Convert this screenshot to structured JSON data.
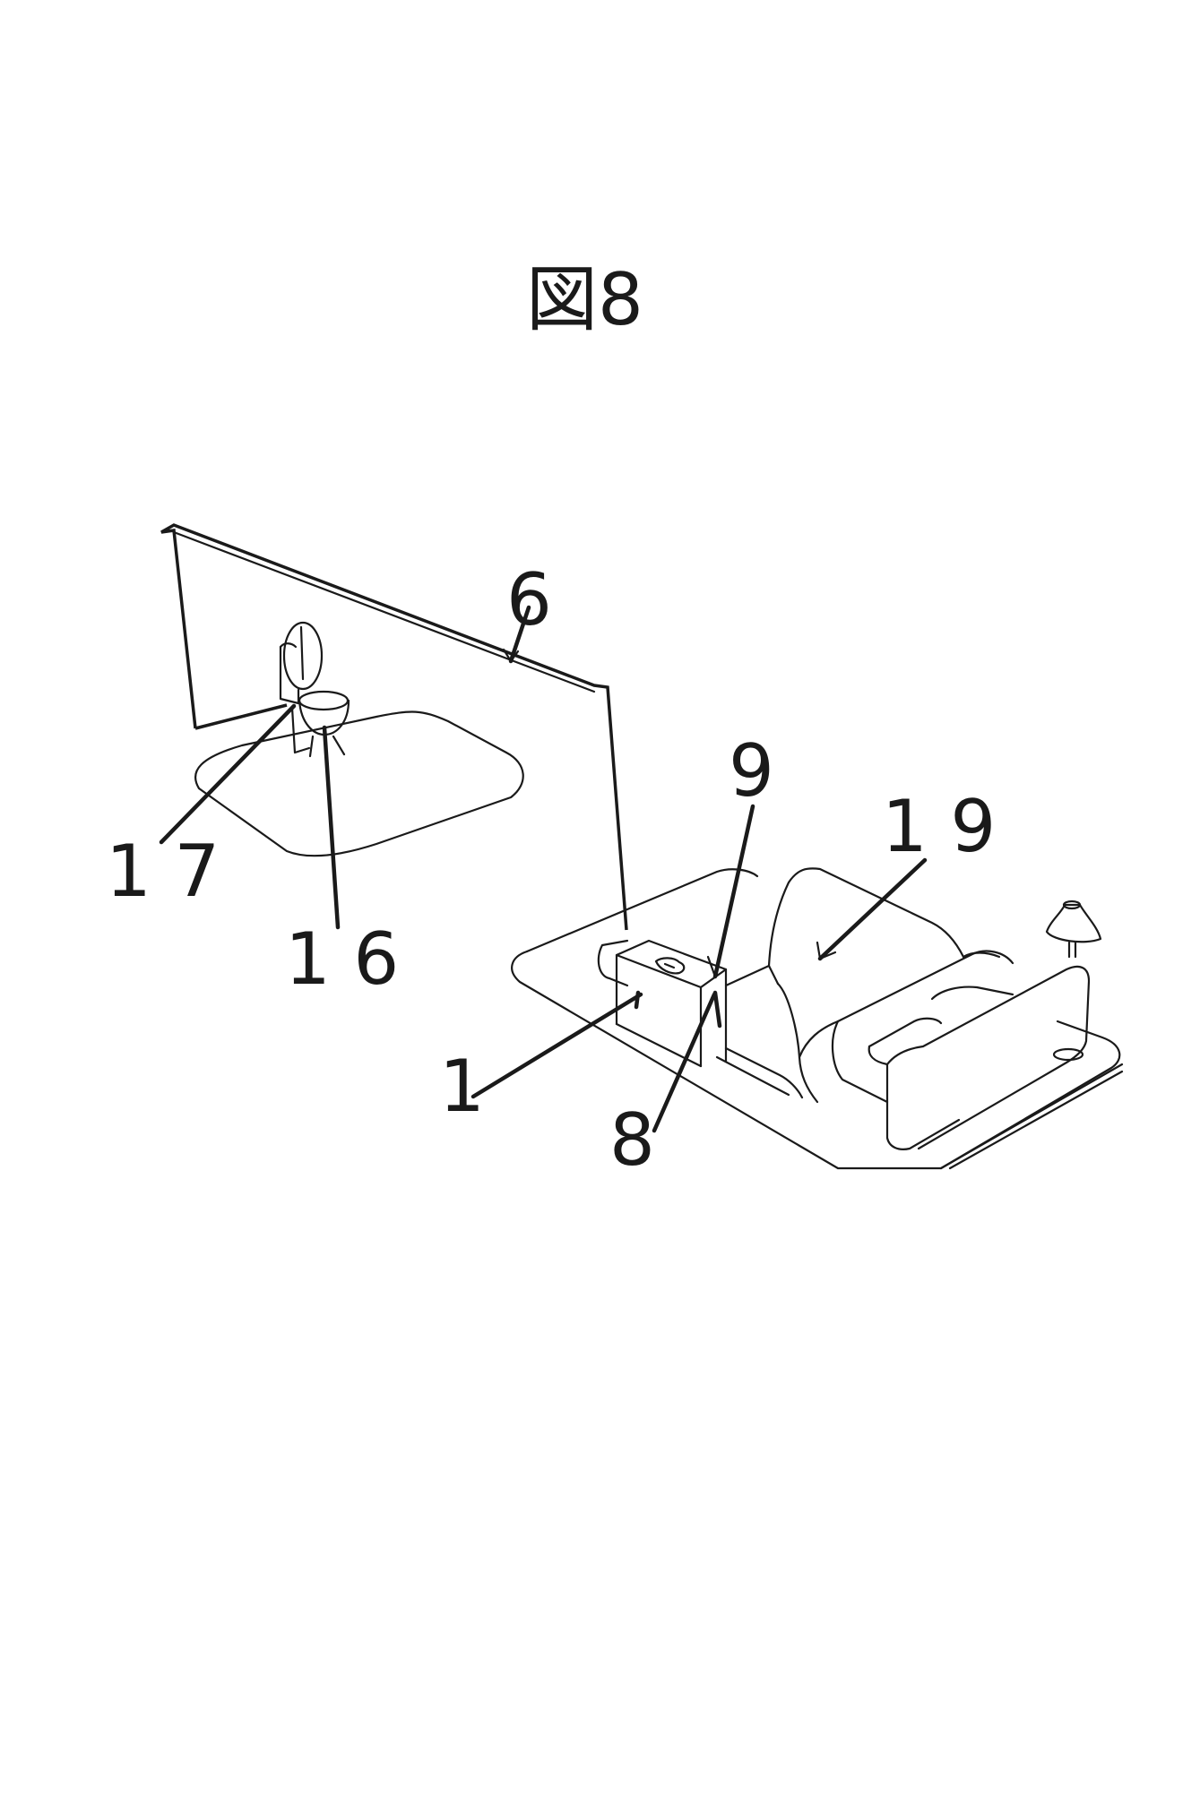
{
  "figure": {
    "title": "図8",
    "labels": {
      "ref_6": "6",
      "ref_9": "9",
      "ref_19": "1 9",
      "ref_17": "1 7",
      "ref_16": "1 6",
      "ref_1": "1",
      "ref_8": "8"
    }
  }
}
